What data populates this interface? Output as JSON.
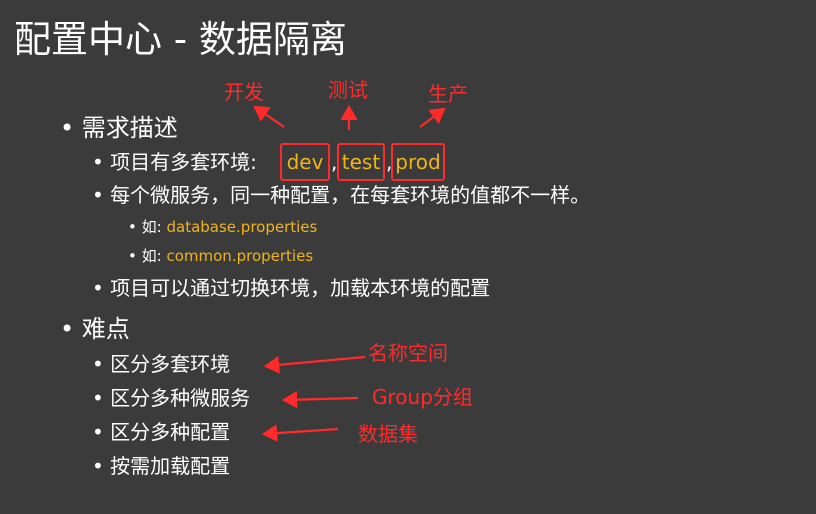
{
  "slide": {
    "title": "配置中心 - 数据隔离",
    "bullet": "•",
    "section1": {
      "heading": "需求描述",
      "env_line_prefix": "项目有多套环境:",
      "envs": [
        "dev",
        "test",
        "prod"
      ],
      "env_sep": ",",
      "env_labels": [
        "开发",
        "测试",
        "生产"
      ],
      "same_config_line": "每个微服务，同一种配置，在每套环境的值都不一样。",
      "examples": [
        {
          "prefix": "如:",
          "value": "database.properties"
        },
        {
          "prefix": "如:",
          "value": "common.properties"
        }
      ],
      "switch_line": "项目可以通过切换环境，加载本环境的配置"
    },
    "section2": {
      "heading": "难点",
      "items": [
        "区分多套环境",
        "区分多种微服务",
        "区分多种配置",
        "按需加载配置"
      ],
      "annotations": [
        "名称空间",
        "Group分组",
        "数据集"
      ]
    }
  },
  "colors": {
    "background": "#3b3b3b",
    "text": "#ffffff",
    "highlight": "#f0b419",
    "annotation": "#ff2b2b"
  }
}
